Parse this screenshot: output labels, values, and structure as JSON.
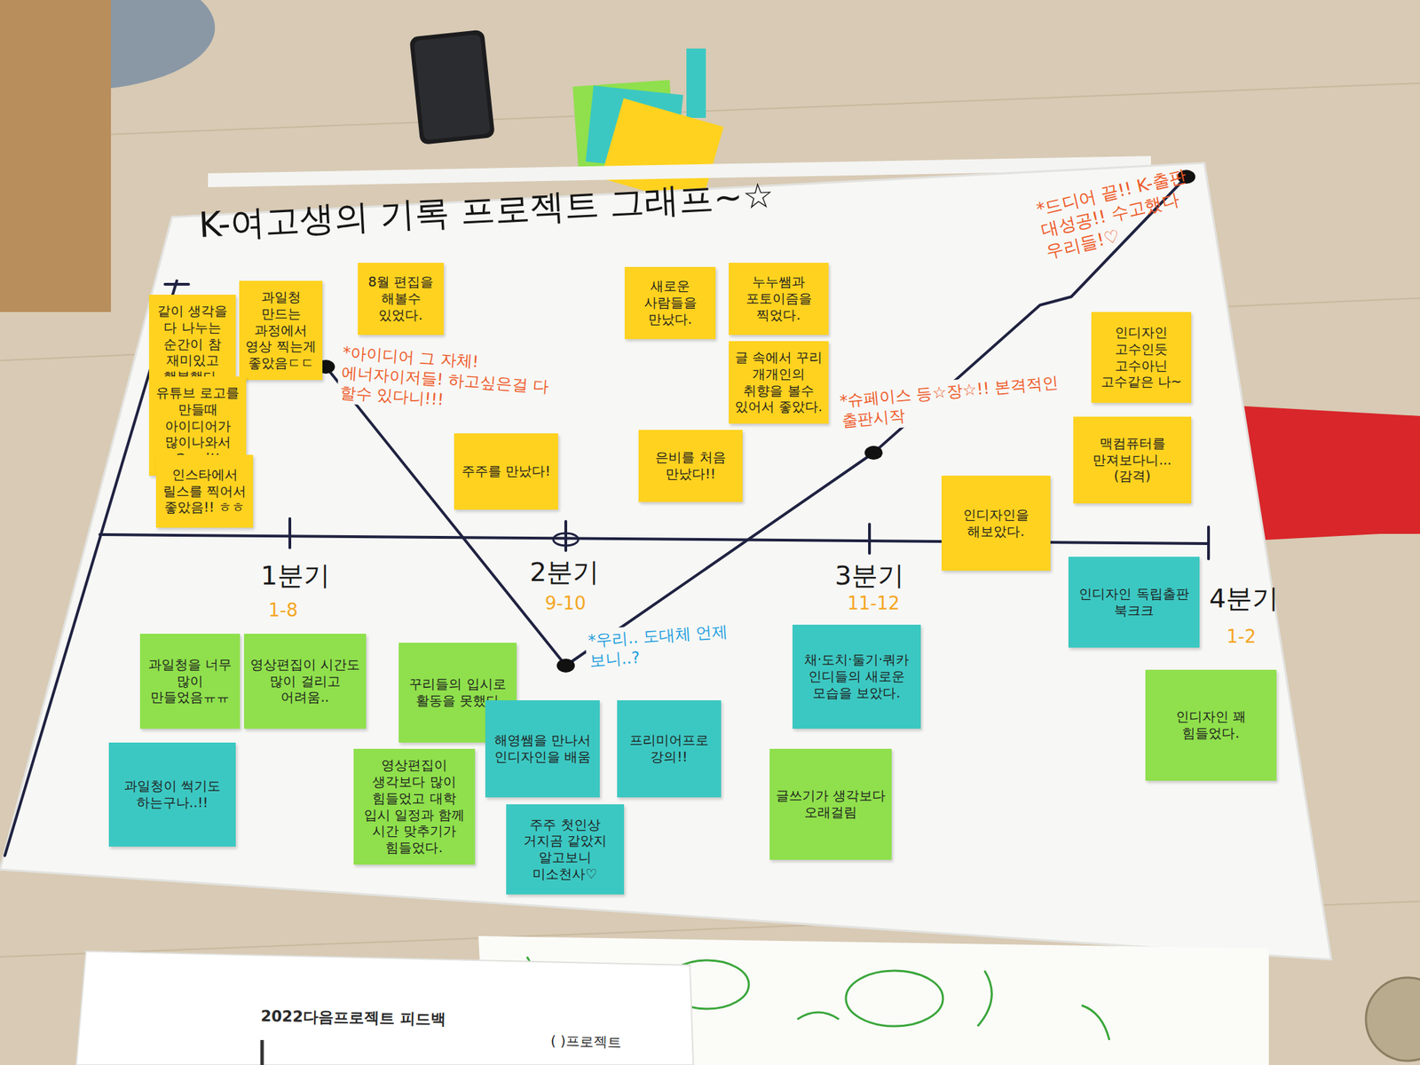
{
  "diagram": {
    "title": "K-여고생의 기록 프로젝트 그래프~☆",
    "nodes": [
      {
        "text": [
          "같이 생각을 다 나누는 순간이 참 재미있고 행복했다."
        ]
      },
      {
        "text": [
          "과일청 만드는 과정에서 영상 찍는게 좋았음ㄷㄷ"
        ]
      },
      {
        "text": [
          "유튜브 로고를 만들때 아이디어가 많이나와서 Good!!"
        ]
      },
      {
        "text": [
          "인스타에서 릴스를 찍어서 좋았음!! ㅎㅎ"
        ]
      },
      {
        "text": [
          "8월 편집을 해볼수 있었다."
        ]
      },
      {
        "text": [
          "주주를 만났다!"
        ]
      },
      {
        "text": [
          "새로운 사람들을 만났다."
        ]
      },
      {
        "text": [
          "누누쌤과 포토이즘을 찍었다."
        ]
      },
      {
        "text": [
          "글 속에서 꾸리 개개인의 취향을 볼수 있어서 좋았다."
        ]
      },
      {
        "text": [
          "은비를 처음 만났다!!"
        ]
      },
      {
        "text": [
          "인디자인 고수인듯 고수아닌 고수같은 나~"
        ]
      },
      {
        "text": [
          "맥컴퓨터를 만져보다니... (감격)"
        ]
      },
      {
        "text": [
          "인디자인을 해보았다."
        ]
      },
      {
        "text": [
          "과일청을 너무 많이 만들었음ㅠㅠ"
        ]
      },
      {
        "text": [
          "영상편집이 시간도 많이 걸리고 어려움.."
        ]
      },
      {
        "text": [
          "과일청이 썩기도 하는구나..!!"
        ]
      },
      {
        "text": [
          "꾸리들의 입시로 활동을 못했다"
        ]
      },
      {
        "text": [
          "영상편집이 생각보다 많이 힘들었고 대학 입시 일정과 함께 시간 맞추기가 힘들었다."
        ]
      },
      {
        "text": [
          "해영쌤을 만나서 인디자인을 배움"
        ]
      },
      {
        "text": [
          "주주 첫인상 거지곰 같았지 알고보니 미소천사♡"
        ]
      },
      {
        "text": [
          "프리미어프로 강의!!"
        ]
      },
      {
        "text": [
          "채·도치·둘기·쿼카 인디들의 새로운 모습을 보았다."
        ]
      },
      {
        "text": [
          "글쓰기가 생각보다 오래걸림"
        ]
      },
      {
        "text": [
          "인디자인 독립출판 북크크"
        ]
      },
      {
        "text": [
          "인디자인 꽤 힘들었다."
        ]
      }
    ],
    "labels": [
      "1분기",
      "1-8",
      "2분기",
      "9-10",
      "3분기",
      "11-12",
      "4분기",
      "1-2",
      "*아이디어 그 자체! 에너자이저들! 하고싶은걸 다 할수 있다니!!!",
      "*우리.. 도대체 언제 보니..?",
      "*슈페이스 등☆장☆!! 본격적인 출판시작",
      "*드디어 끝!! K-출판 대성공!! 수고했다 우리들!♡",
      "2022다음프로젝트 피드백",
      "( )프로젝트"
    ]
  }
}
